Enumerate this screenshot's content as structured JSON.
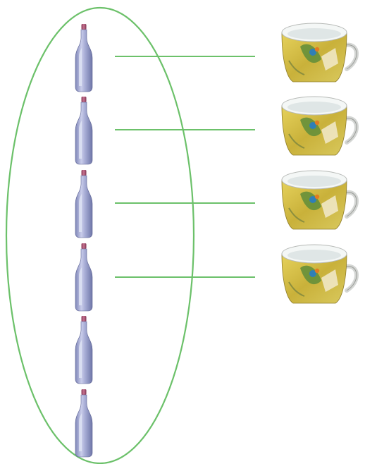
{
  "diagram": {
    "bottle_count": 6,
    "cup_count": 4,
    "matched_pairs": 4,
    "colors": {
      "grouping_ellipse": "#6cc16a",
      "match_line": "#6cc16a",
      "bottle_glass": "#a9b0d6",
      "bottle_cap": "#b4587a",
      "cup_body": "#d8c14a",
      "cup_rim": "#e9efef"
    },
    "icons": {
      "bottle": "bottle-icon",
      "cup": "teacup-icon"
    }
  }
}
